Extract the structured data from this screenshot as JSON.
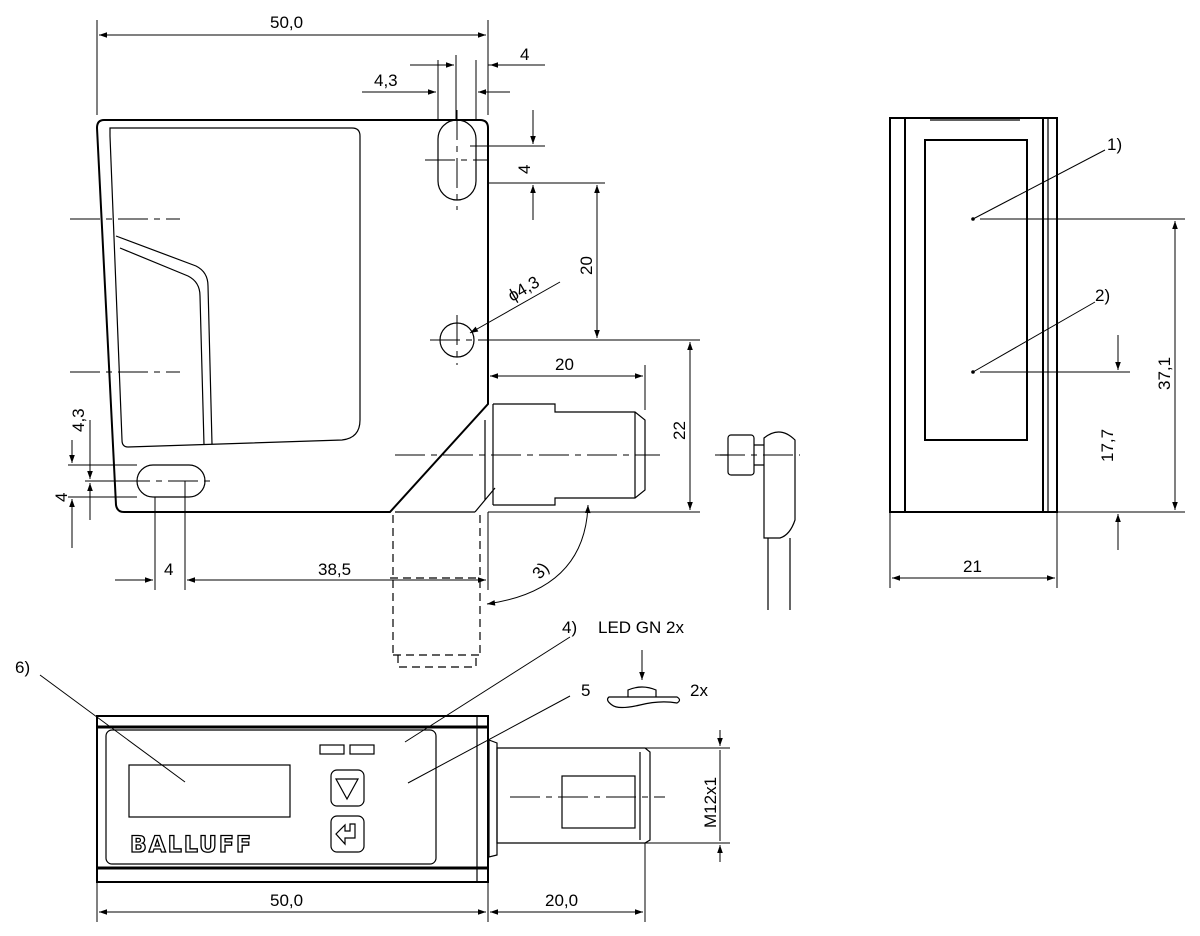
{
  "title": "Balluff sensor dimensional drawing",
  "side_view": {
    "width_dim": "50,0",
    "slot_width_dim": "4",
    "hole_offset_dim": "4,3",
    "slot_height_dim": "4",
    "hole_spacing_dim": "20",
    "hole_diameter": "ϕ4,3",
    "connector_length_dim": "20",
    "connector_height_dim": "22",
    "left_offset_dim": "4,3",
    "left_slot_dim": "4",
    "bottom_slot_dim": "4",
    "bottom_hole_dim": "38,5",
    "rotation_note": "3)"
  },
  "front_view": {
    "callout_1": "1)",
    "callout_2": "2)",
    "height_dim_1": "37,1",
    "height_dim_2": "17,7",
    "width_dim": "21"
  },
  "top_view": {
    "callout_6": "6)",
    "callout_4": "4)",
    "led_label": "LED GN 2x",
    "callout_5": "5",
    "button_count": "2x",
    "thread_dim": "M12x1",
    "body_length_dim": "50,0",
    "connector_length_dim": "20,0",
    "logo": "BALLUFF"
  },
  "markers": {
    "arrow-marker": "#000000"
  }
}
